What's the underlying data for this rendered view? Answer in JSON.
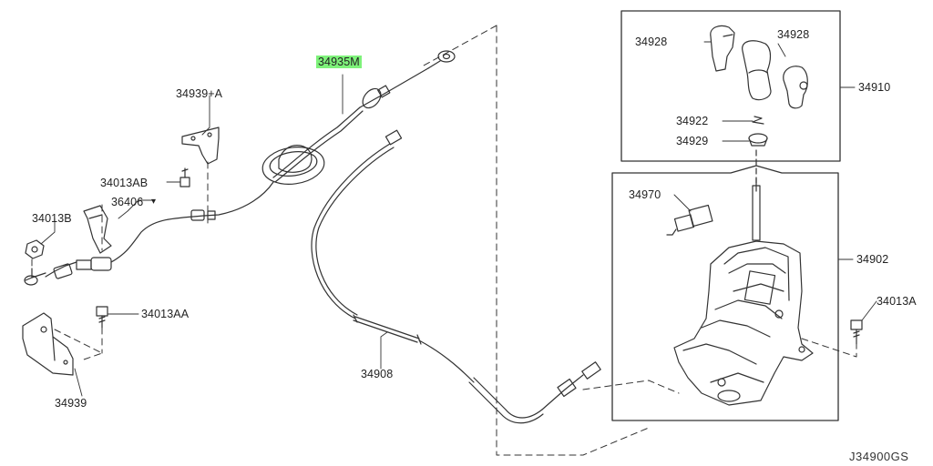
{
  "diagram": {
    "highlight_color": "#7ef27a",
    "line_color": "#333333",
    "figure_code": "J34900GS",
    "parts": [
      {
        "id": "p1",
        "label": "34935M",
        "highlighted": true
      },
      {
        "id": "p2",
        "label": "34939+A"
      },
      {
        "id": "p3",
        "label": "34013AB"
      },
      {
        "id": "p4",
        "label": "36406"
      },
      {
        "id": "p5",
        "label": "34013B"
      },
      {
        "id": "p6",
        "label": "34013AA"
      },
      {
        "id": "p7",
        "label": "34939"
      },
      {
        "id": "p8",
        "label": "34908"
      },
      {
        "id": "p9",
        "label": "34928"
      },
      {
        "id": "p10",
        "label": "34928"
      },
      {
        "id": "p11",
        "label": "34910"
      },
      {
        "id": "p12",
        "label": "34922"
      },
      {
        "id": "p13",
        "label": "34929"
      },
      {
        "id": "p14",
        "label": "34970"
      },
      {
        "id": "p15",
        "label": "34902"
      },
      {
        "id": "p16",
        "label": "34013A"
      }
    ]
  }
}
